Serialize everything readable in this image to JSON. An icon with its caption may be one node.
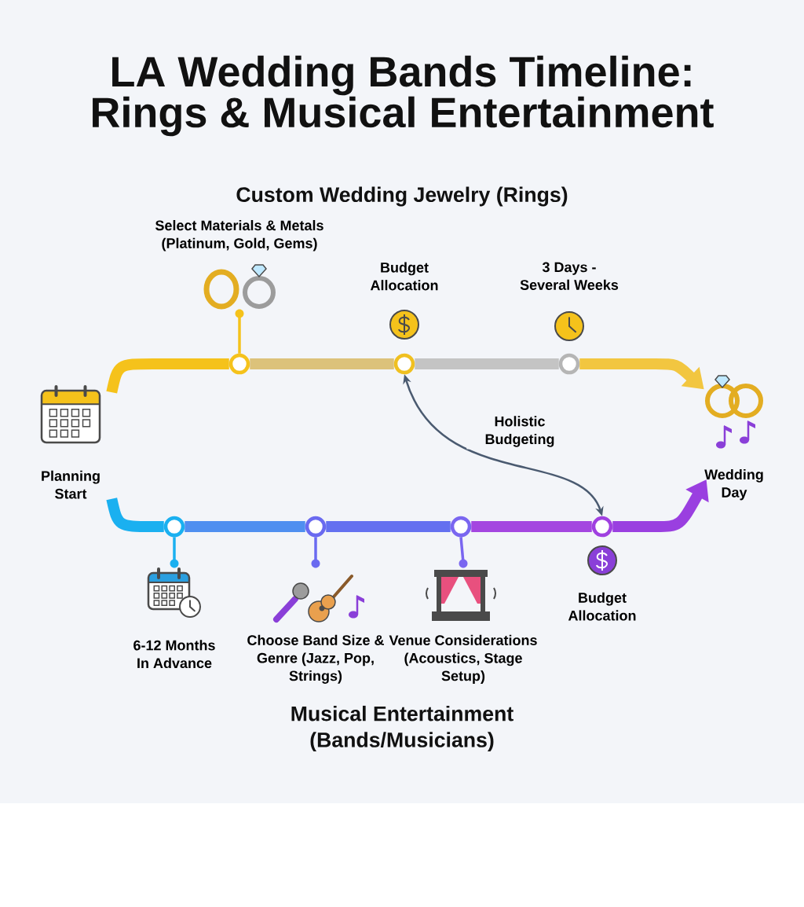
{
  "diagram": {
    "title": "LA Wedding Bands Timeline: Rings & Musical Entertainment",
    "nodes": [
      {
        "text": [
          "Planning Start"
        ]
      },
      {
        "text": [
          "Select Materials & Metals (Platinum, Gold, Gems)"
        ]
      },
      {
        "text": [],
        "shape": "circle"
      },
      {
        "text": [
          "Budget Allocation"
        ]
      },
      {
        "text": [],
        "shape": "circle"
      },
      {
        "text": [
          "3 Days - Several Weeks"
        ]
      },
      {
        "text": [],
        "shape": "circle"
      },
      {
        "text": [
          "Wedding Day"
        ]
      },
      {
        "text": [],
        "shape": "circle"
      },
      {
        "text": [],
        "shape": "circle"
      },
      {
        "text": [],
        "shape": "circle"
      },
      {
        "text": [],
        "shape": "circle"
      },
      {
        "text": [
          "6-12 Months In Advance"
        ]
      },
      {
        "text": [
          "Choose Band Size & Genre (Jazz, Pop, Strings)"
        ]
      },
      {
        "text": [
          "Venue Considerations (Acoustics, Stage Setup)"
        ]
      },
      {
        "text": [
          "Budget Allocation"
        ]
      }
    ],
    "edges": [
      {
        "from": 0,
        "to": 2,
        "arrow": "none",
        "color": "#f5c21b"
      },
      {
        "from": 2,
        "to": 4,
        "arrow": "none",
        "color": "#dcc27a"
      },
      {
        "from": 4,
        "to": 6,
        "arrow": "none",
        "color": "#c4c4c4"
      },
      {
        "from": 6,
        "to": 7,
        "arrow": "to",
        "color": "#f2c640"
      },
      {
        "from": 0,
        "to": 8,
        "arrow": "none",
        "color": "#1ab0f0"
      },
      {
        "from": 8,
        "to": 9,
        "arrow": "none",
        "color": "#4f8ff0"
      },
      {
        "from": 9,
        "to": 10,
        "arrow": "none",
        "color": "#6470f0"
      },
      {
        "from": 10,
        "to": 11,
        "arrow": "none",
        "color": "#a446e0"
      },
      {
        "from": 11,
        "to": 7,
        "arrow": "to",
        "color": "#9a3fe0"
      },
      {
        "from": 2,
        "to": 1,
        "arrow": "none",
        "color": "#f5c21b"
      },
      {
        "from": 8,
        "to": 12,
        "arrow": "none",
        "color": "#1ab0f0"
      },
      {
        "from": 9,
        "to": 13,
        "arrow": "none",
        "color": "#6a6af0"
      },
      {
        "from": 10,
        "to": 14,
        "arrow": "none",
        "color": "#7a66f0"
      },
      {
        "from": 4,
        "to": 11,
        "arrow": "both",
        "label": "Holistic Budgeting",
        "color": "#4a5a70"
      }
    ],
    "labels": [
      "Custom Wedding Jewelry (Rings)",
      "Musical Entertainment (Bands/Musicians)"
    ]
  }
}
